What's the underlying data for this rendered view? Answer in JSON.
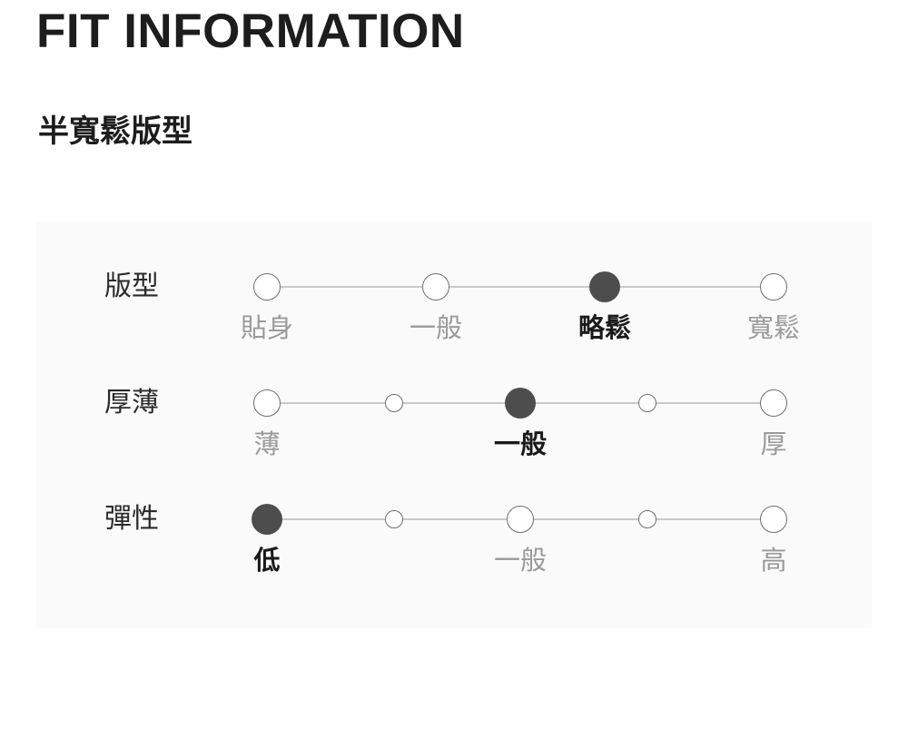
{
  "header": {
    "title": "FIT INFORMATION",
    "subtitle": "半寬鬆版型"
  },
  "fit_panel": {
    "rows": [
      {
        "name": "版型",
        "stops": 4,
        "dot_sizes": [
          "large",
          "large",
          "large",
          "large"
        ],
        "selected_index": 2,
        "labels": [
          {
            "text": "貼身",
            "at_index": 0
          },
          {
            "text": "一般",
            "at_index": 1
          },
          {
            "text": "略鬆",
            "at_index": 2
          },
          {
            "text": "寬鬆",
            "at_index": 3
          }
        ]
      },
      {
        "name": "厚薄",
        "stops": 5,
        "dot_sizes": [
          "large",
          "small",
          "large",
          "small",
          "large"
        ],
        "selected_index": 2,
        "labels": [
          {
            "text": "薄",
            "at_index": 0
          },
          {
            "text": "一般",
            "at_index": 2
          },
          {
            "text": "厚",
            "at_index": 4
          }
        ]
      },
      {
        "name": "彈性",
        "stops": 5,
        "dot_sizes": [
          "large",
          "small",
          "large",
          "small",
          "large"
        ],
        "selected_index": 0,
        "labels": [
          {
            "text": "低",
            "at_index": 0
          },
          {
            "text": "一般",
            "at_index": 2
          },
          {
            "text": "高",
            "at_index": 4
          }
        ]
      }
    ]
  },
  "colors": {
    "panel_bg": "#fafafa",
    "track_line": "#c9c9c9",
    "dot_border": "#6e6e6e",
    "dot_fill": "#ffffff",
    "dot_selected": "#4d4d4d",
    "label_muted": "#9a9a9a",
    "label_selected": "#1a1a1a",
    "text_dark": "#1d1d1d"
  }
}
